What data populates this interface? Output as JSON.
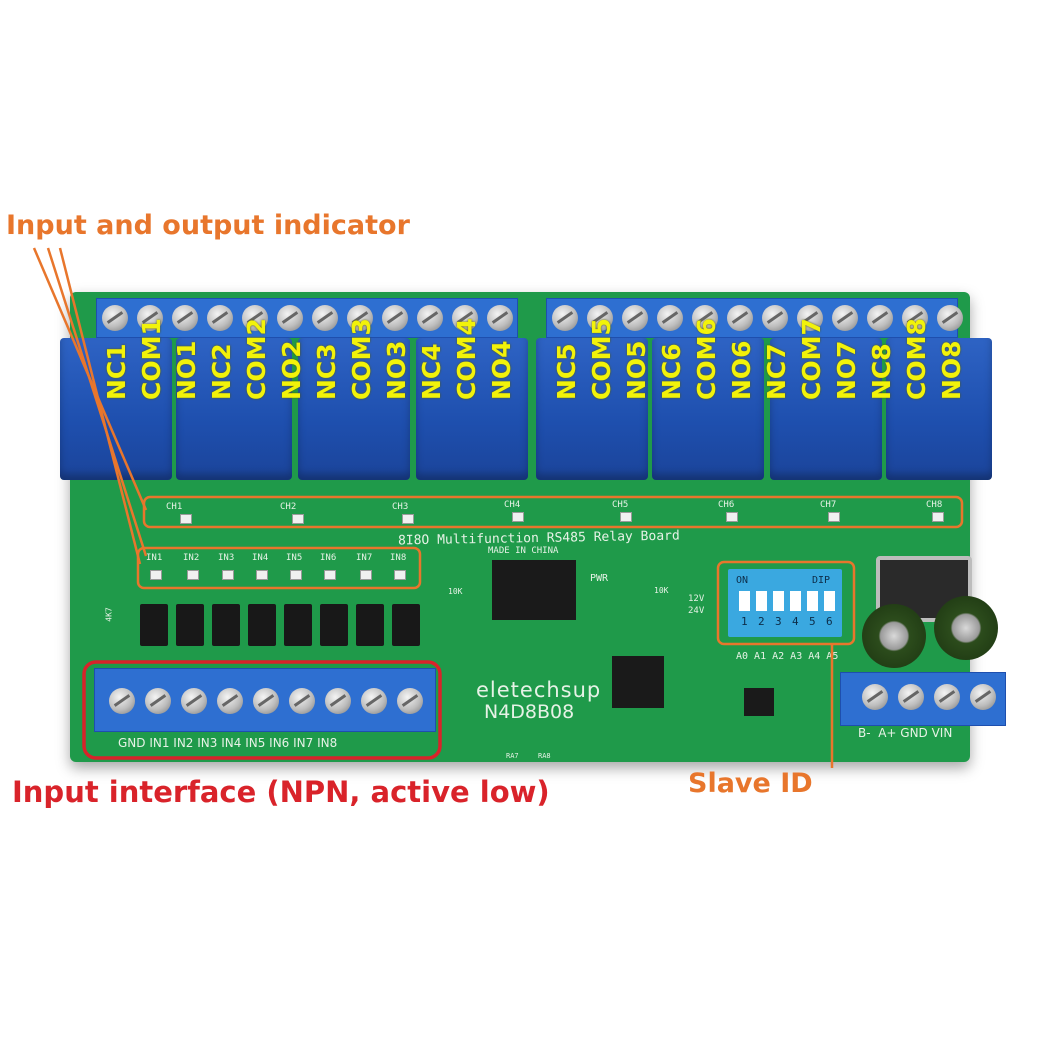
{
  "callouts": {
    "indicator": "Input and output indicator",
    "input_interface": "Input interface (NPN, active low)",
    "slave_id": "Slave ID"
  },
  "relay_terminals": [
    "NC1",
    "COM1",
    "NO1",
    "NC2",
    "COM2",
    "NO2",
    "NC3",
    "COM3",
    "NO3",
    "NC4",
    "COM4",
    "NO4",
    "NC5",
    "COM5",
    "NO5",
    "NC6",
    "COM6",
    "NO6",
    "NC7",
    "COM7",
    "NO7",
    "NC8",
    "COM8",
    "NO8"
  ],
  "silkscreen": {
    "channels": [
      "CH1",
      "CH2",
      "CH3",
      "CH4",
      "CH5",
      "CH6",
      "CH7",
      "CH8"
    ],
    "board_title": "8I8O Multifunction RS485 Relay Board",
    "made_in": "MADE IN CHINA",
    "inputs": [
      "IN1",
      "IN2",
      "IN3",
      "IN4",
      "IN5",
      "IN6",
      "IN7",
      "IN8"
    ],
    "pwr": "PWR",
    "v12": "12V",
    "v24": "24V",
    "dip_on": "ON",
    "dip_label": "DIP",
    "dip_numbers": [
      "1",
      "2",
      "3",
      "4",
      "5",
      "6"
    ],
    "addr": "A0 A1 A2 A3 A4 A5",
    "brand": "eletechsup",
    "model": "N4D8B08",
    "input_terminals": "GND IN1 IN2 IN3 IN4 IN5 IN6 IN7 IN8",
    "power_terminals": "B-  A+ GND VIN",
    "res_10k_a": "10K",
    "res_10k_b": "10K",
    "res_4k7": "4K7",
    "ra7": "RA7",
    "ra8": "RA8"
  },
  "colors": {
    "pcb": "#1f9a4a",
    "relay": "#2457b8",
    "terminal_block": "#2e6fd1",
    "callout_orange": "#e8762c",
    "callout_red": "#d9232a",
    "terminal_label": "#f2f20a"
  }
}
